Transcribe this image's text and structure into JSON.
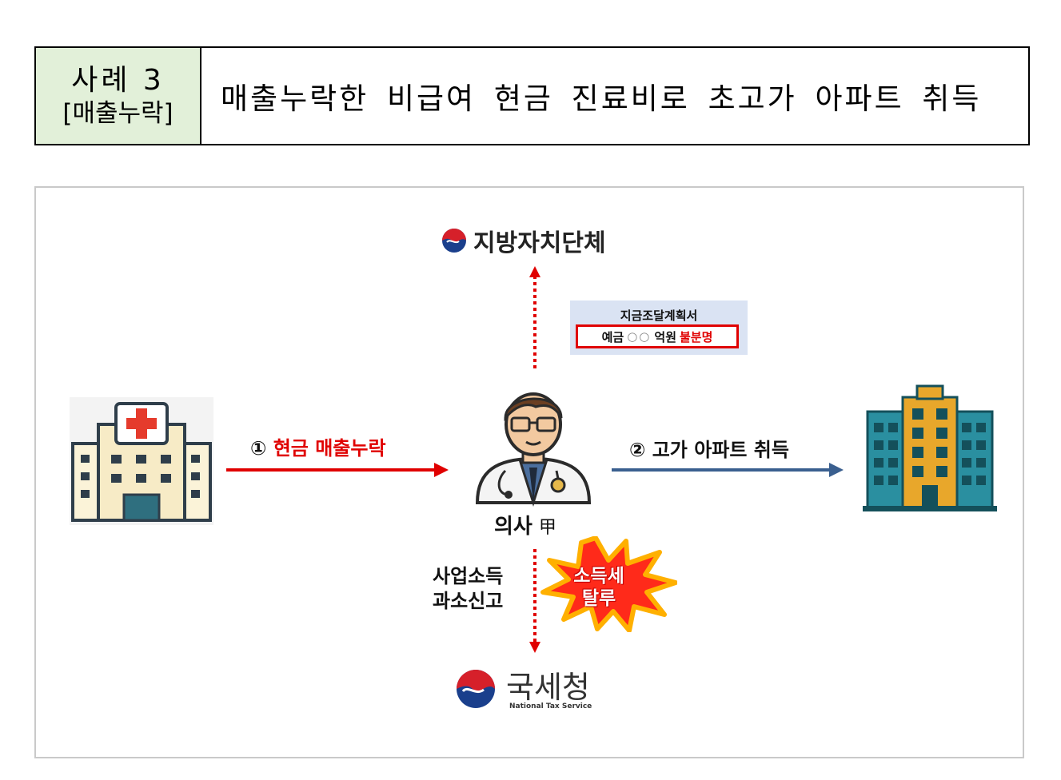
{
  "header": {
    "case_number": "사례 3",
    "case_tag": "[매출누락]",
    "title": "매출누락한 비급여 현금 진료비로 초고가 아파트 취득"
  },
  "diagram": {
    "local_gov": "지방자치단체",
    "funding_plan": {
      "title": "지금조달계획서",
      "amount_label": "예금",
      "amount_circles": "○○",
      "amount_unit": "억원",
      "status": "불분명"
    },
    "edge_hospital_doctor": {
      "number": "①",
      "label": "현금 매출누락"
    },
    "edge_doctor_apartment": {
      "number": "②",
      "label": "고가 아파트 취득"
    },
    "doctor": {
      "name": "의사",
      "suffix": "甲"
    },
    "report": {
      "line1": "사업소득",
      "line2": "과소신고"
    },
    "burst": {
      "line1": "소득세",
      "line2": "탈루"
    },
    "nts": {
      "name": "국세청",
      "subtitle": "National Tax Service"
    },
    "colors": {
      "red_arrow": "#e00000",
      "blue_arrow": "#3a5f8f",
      "header_label_bg": "#e2f0d9",
      "doc_box_bg": "#dae3f3"
    }
  }
}
